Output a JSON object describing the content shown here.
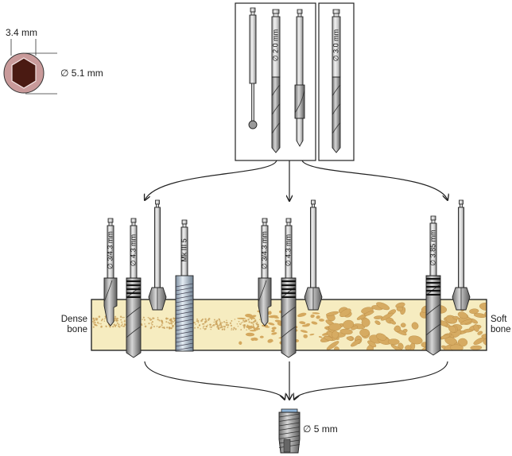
{
  "hex_connection": {
    "hex_width_label": "3.4 mm",
    "diameter_label": "∅ 5.1 mm",
    "ring_color": "#c99a9a",
    "hex_color": "#4a1a12"
  },
  "initial_drills": {
    "group_a": [
      {
        "name": "round-bur",
        "label": ""
      },
      {
        "name": "twist-drill-2-0",
        "label": "∅ 2.0 mm"
      },
      {
        "name": "pilot-drill",
        "label": ""
      }
    ],
    "group_b": [
      {
        "name": "twist-drill-3-0",
        "label": "∅ 3.0 mm"
      }
    ]
  },
  "bone_protocols": {
    "dense": {
      "label_line1": "Dense",
      "label_line2": "bone",
      "tools": [
        {
          "name": "pilot-drill-3-4-3",
          "label": "∅ 3/4.3 mm"
        },
        {
          "name": "twist-drill-4-3",
          "label": "∅ 4.3 mm"
        },
        {
          "name": "countersink",
          "label": ""
        },
        {
          "name": "screw-tap",
          "label": "Mk III 5"
        }
      ]
    },
    "medium": {
      "tools": [
        {
          "name": "pilot-drill-3-4-3",
          "label": "∅ 3/4.3 mm"
        },
        {
          "name": "twist-drill-4-3",
          "label": "∅ 4.3 mm"
        },
        {
          "name": "countersink",
          "label": ""
        }
      ]
    },
    "soft": {
      "label_line1": "Soft",
      "label_line2": "bone",
      "tools": [
        {
          "name": "twist-drill-3-85",
          "label": "∅ 3.85 mm"
        },
        {
          "name": "countersink",
          "label": ""
        }
      ]
    }
  },
  "implant": {
    "label": "∅ 5 mm"
  },
  "colors": {
    "bone": "#f6ecc0",
    "bone_pores": "#d9b46a",
    "outline": "#222222",
    "metal_light": "#e8e8e8",
    "metal_dark": "#8a8a8a"
  }
}
